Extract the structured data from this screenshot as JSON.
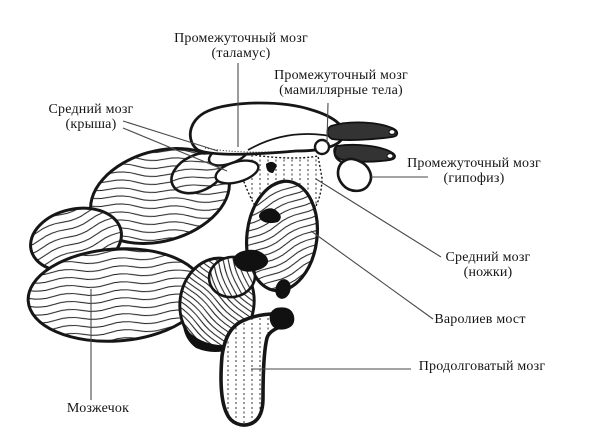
{
  "figure": {
    "type": "anatomical-line-diagram",
    "colors": {
      "ink": "#161616",
      "background": "#ffffff",
      "leader_line": "#4a4a4a"
    },
    "labels": {
      "thalamus": {
        "line1": "Промежуточный мозг",
        "line2": "(таламус)"
      },
      "mamillary_bodies": {
        "line1": "Промежуточный мозг",
        "line2": "(мамиллярные тела)"
      },
      "midbrain_roof": {
        "line1": "Средний мозг",
        "line2": "(крыша)"
      },
      "hypophysis": {
        "line1": "Промежуточный мозг",
        "line2": "(гипофиз)"
      },
      "midbrain_peduncles": {
        "line1": "Средний мозг",
        "line2": "(ножки)"
      },
      "pons": {
        "line1": "Варолиев мост"
      },
      "medulla_oblongata": {
        "line1": "Продолговатый мозг"
      },
      "cerebellum": {
        "line1": "Мозжечок"
      }
    }
  }
}
